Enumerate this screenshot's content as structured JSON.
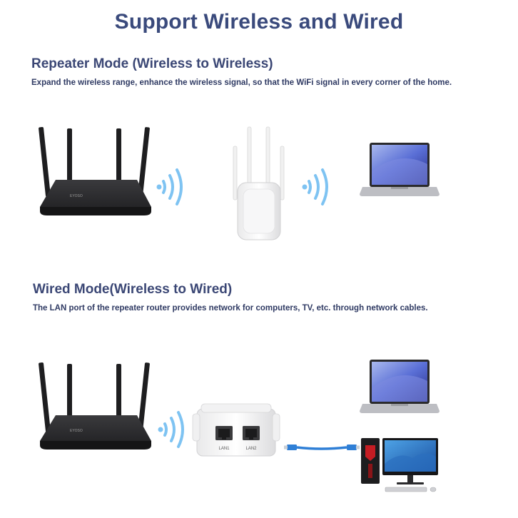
{
  "page": {
    "title": "Support Wireless and Wired"
  },
  "repeater_mode": {
    "title": "Repeater Mode (Wireless to Wireless)",
    "description": "Expand the wireless range, enhance the wireless signal, so that the WiFi signal in every corner of the home."
  },
  "wired_mode": {
    "title": "Wired Mode(Wireless to Wired)",
    "description": "The LAN port of the repeater router provides network for computers, TV, etc. through network cables.",
    "port_labels": [
      "LAN1",
      "LAN2"
    ]
  },
  "colors": {
    "title": "#3a4a7c",
    "wifi_wave": "#7ec3f2",
    "router": "#2b2b2d",
    "cable": "#2f7fd6"
  },
  "icons": [
    "router-icon",
    "wifi-signal-icon",
    "repeater-icon",
    "laptop-icon",
    "ethernet-cable-icon",
    "desktop-pc-icon"
  ]
}
